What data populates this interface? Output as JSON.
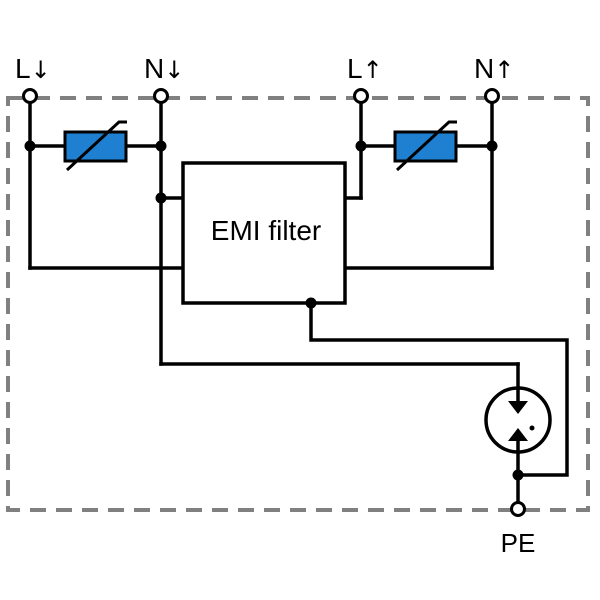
{
  "colors": {
    "wire": "#000000",
    "enclosure": "#808080",
    "varistor": "#1f7fd0",
    "background": "#ffffff"
  },
  "terminals": {
    "l_in": {
      "letter": "L",
      "arrow": "↓"
    },
    "n_in": {
      "letter": "N",
      "arrow": "↓"
    },
    "l_out": {
      "letter": "L",
      "arrow": "↑"
    },
    "n_out": {
      "letter": "N",
      "arrow": "↑"
    },
    "pe": "PE"
  },
  "filter_label": "EMI filter"
}
